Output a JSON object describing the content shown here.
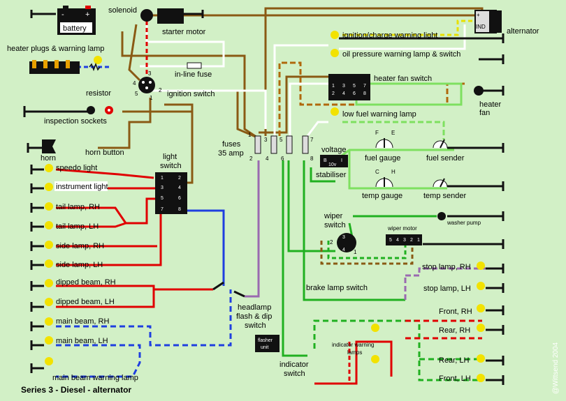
{
  "title": "Series 3 - Diesel - alternator",
  "credit": "@Wittsend 2004",
  "components": {
    "battery": "battery",
    "solenoid": "solenoid",
    "starter_motor": "starter motor",
    "alternator": "alternator",
    "alternator_ind": "IND",
    "heater_plugs": "heater plugs & warning lamp",
    "resistor": "resistor",
    "inline_fuse": "in-line fuse",
    "ignition_switch": "ignition switch",
    "inspection_sockets": "inspection sockets",
    "horn": "horn",
    "horn_button": "horn button",
    "speedo_light": "speedo light",
    "instrument_light": "instrument light",
    "tail_rh": "tail lamp, RH",
    "tail_lh": "tail lamp, LH",
    "side_rh": "side lamp, RH",
    "side_lh": "side lamp, LH",
    "dipped_rh": "dipped beam, RH",
    "dipped_lh": "dipped beam, LH",
    "main_rh": "main beam, RH",
    "main_lh": "main beam, LH",
    "main_warning": "main beam warning lamp",
    "light_switch_1": "light",
    "light_switch_2": "switch",
    "fuses_1": "fuses",
    "fuses_2": "35 amp",
    "ign_warning": "ignition/charge warning light",
    "oil_warning": "oil pressure warning lamp & switch",
    "heater_fan_switch": "heater fan switch",
    "heater_fan_1": "heater",
    "heater_fan_2": "fan",
    "low_fuel": "low fuel warning lamp",
    "voltage_stab_1": "voltage",
    "voltage_stab_2": "stabiliser",
    "voltage_stab_val": "10v",
    "fuel_gauge": "fuel gauge",
    "fuel_sender": "fuel sender",
    "temp_gauge": "temp gauge",
    "temp_sender": "temp sender",
    "wiper_switch_1": "wiper",
    "wiper_switch_2": "switch",
    "wiper_motor": "wiper motor",
    "washer_pump": "washer pump",
    "stop_rh": "stop lamp, RH",
    "stop_lh": "stop lamp, LH",
    "brake_switch": "brake lamp switch",
    "headlamp_switch_1": "headlamp",
    "headlamp_switch_2": "flash & dip",
    "headlamp_switch_3": "switch",
    "flasher_unit_1": "flasher",
    "flasher_unit_2": "unit",
    "indicator_switch_1": "indicator",
    "indicator_switch_2": "switch",
    "indicator_warning_1": "indicator warning",
    "indicator_warning_2": "lamps",
    "front_rh": "Front, RH",
    "rear_rh": "Rear, RH",
    "rear_lh": "Rear, LH",
    "front_lh": "Front, LH"
  },
  "terminals": {
    "light_switch": [
      "1",
      "2",
      "3",
      "4",
      "5",
      "6",
      "7",
      "8"
    ],
    "fuses_top": [
      "1",
      "3",
      "5",
      "7"
    ],
    "fuses_bottom": [
      "2",
      "4",
      "6",
      "8"
    ],
    "ignition": [
      "1",
      "2",
      "3",
      "4",
      "5"
    ],
    "heater_fan": [
      "1",
      "3",
      "5",
      "7",
      "2",
      "4",
      "6",
      "8"
    ],
    "wiper_motor": [
      "5",
      "4",
      "3",
      "2",
      "1"
    ],
    "wiper_switch": [
      "3",
      "2",
      "4",
      "1"
    ],
    "gauge_fuel": [
      "F",
      "E"
    ],
    "gauge_temp": [
      "C",
      "H"
    ],
    "battery_pos": "+",
    "battery_neg": "-",
    "stab_b": "B",
    "stab_i": "I",
    "alt_plus": "+"
  },
  "colors": {
    "background": "#d2f0c6",
    "brown": "#8a5a14",
    "brown_orange": "#b0680c",
    "white": "#ffffff",
    "red": "#e00000",
    "blue": "#1f3fe0",
    "green": "#20b020",
    "light_green": "#7ee060",
    "purple": "#9a6ab0",
    "black": "#111111",
    "yellow": "#e8e000",
    "bulb": "#f2e200"
  }
}
